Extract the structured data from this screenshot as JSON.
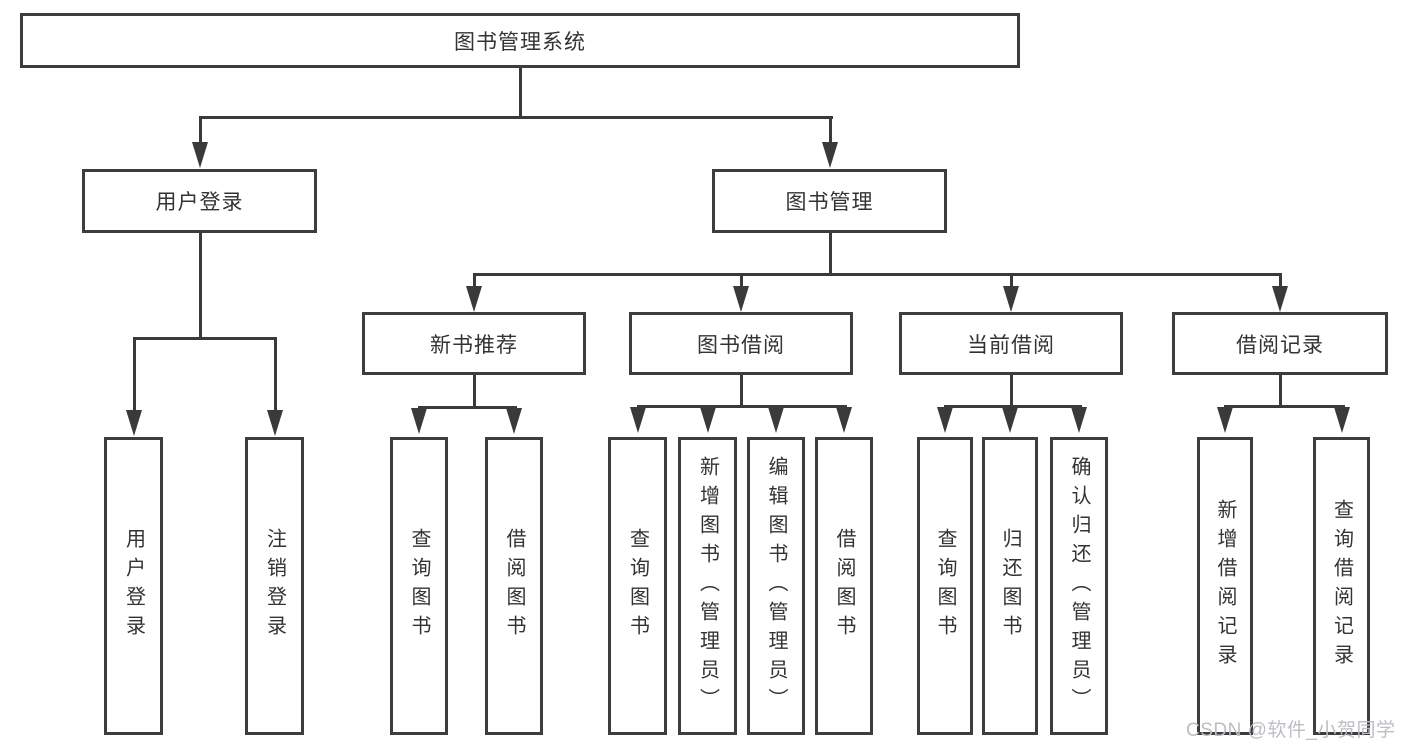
{
  "nodes": {
    "root": "图书管理系统",
    "user_login": "用户登录",
    "book_management": "图书管理",
    "new_book_recommend": "新书推荐",
    "book_borrow": "图书借阅",
    "current_borrow": "当前借阅",
    "borrow_records": "借阅记录",
    "ul_user_login": "用户登录",
    "ul_logout": "注销登录",
    "nb_query_book": "查询图书",
    "nb_borrow_book": "借阅图书",
    "bb_query_book": "查询图书",
    "bb_add_book": "新增图书（管理员）",
    "bb_edit_book": "编辑图书（管理员）",
    "bb_borrow_book": "借阅图书",
    "cb_query_book": "查询图书",
    "cb_return_book": "归还图书",
    "cb_confirm_return": "确认归还（管理员）",
    "br_add_record": "新增借阅记录",
    "br_query_record": "查询借阅记录"
  },
  "watermark": "CSDN @软件_小贺同学",
  "colors": {
    "box_border": "#3d3d3d",
    "connector_line": "#3a3a3a",
    "text": "#333333",
    "watermark": "#bdbdc3",
    "background": "#ffffff"
  }
}
